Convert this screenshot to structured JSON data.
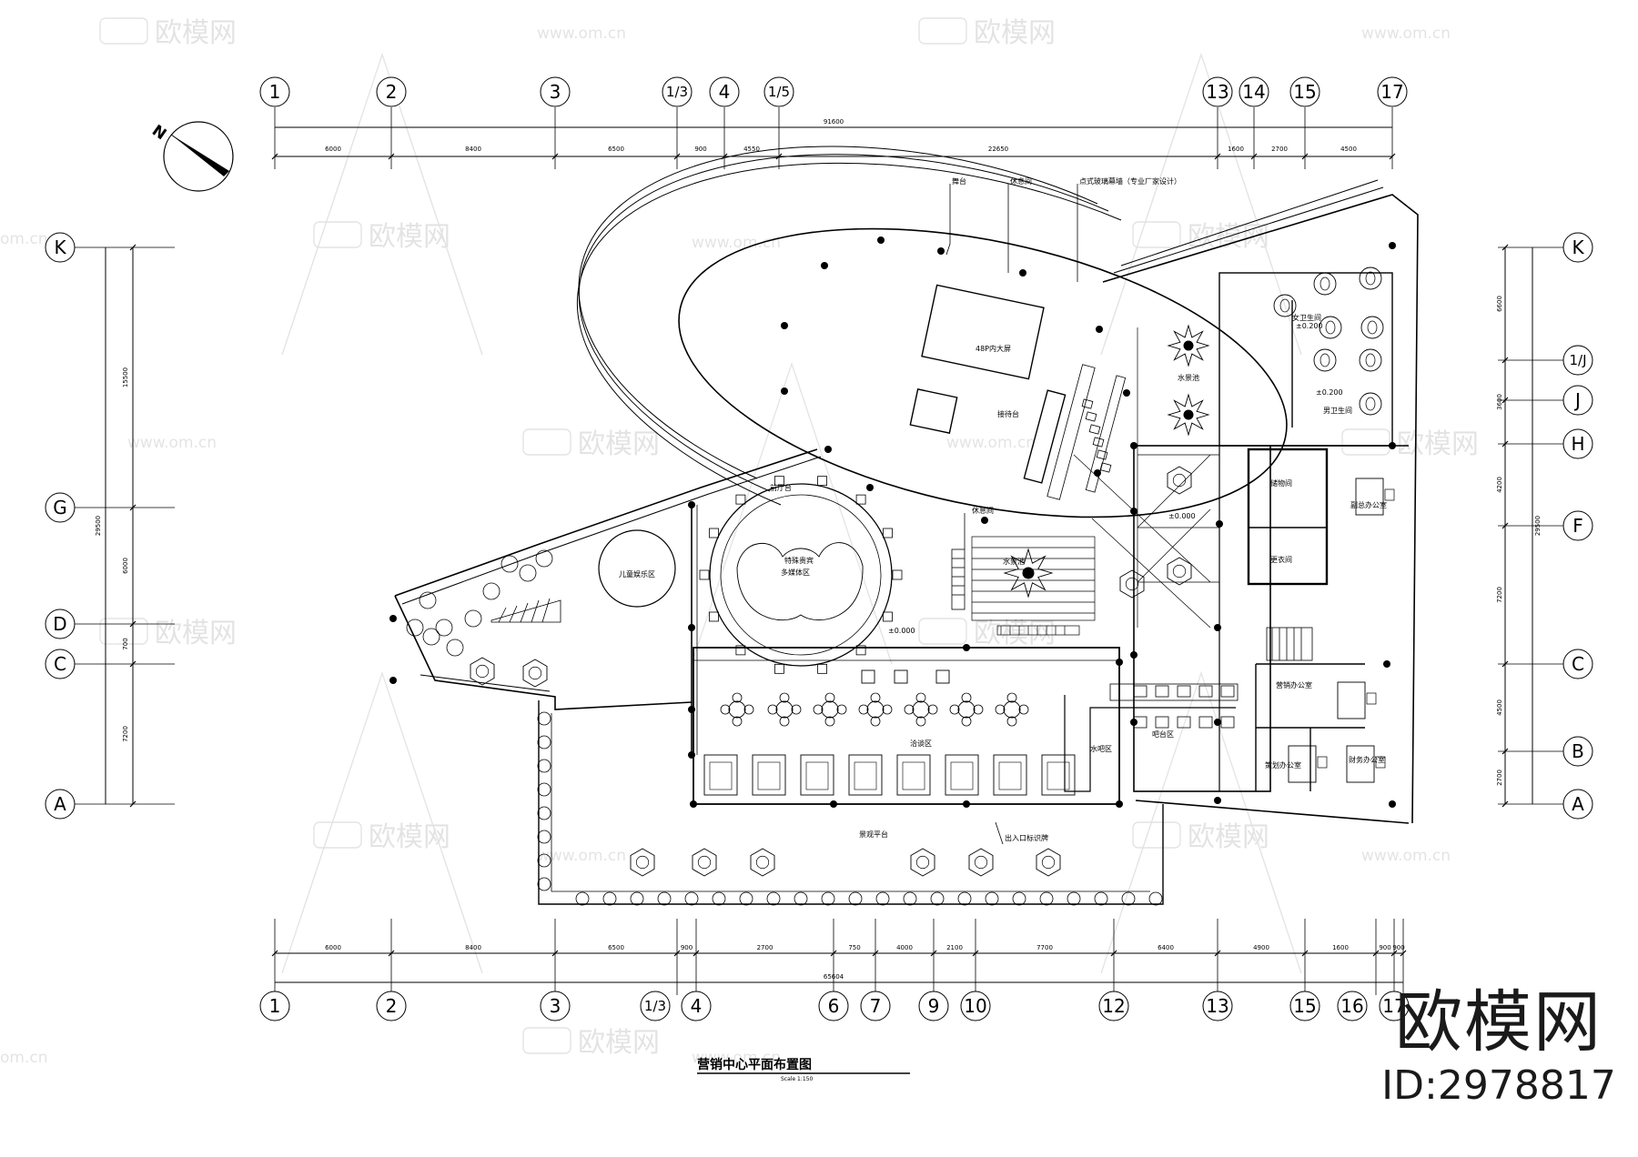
{
  "drawing": {
    "title": "营销中心平面布置图",
    "scale": "Scale 1:150"
  },
  "brand": {
    "name": "欧模网",
    "id": "ID:2978817"
  },
  "watermark": {
    "logo_text": "欧模网",
    "url": "www.om.cn",
    "url_partial": "om.cn"
  },
  "north": {
    "label": "N"
  },
  "grid_top": {
    "axes": [
      "1",
      "2",
      "3",
      "1/3",
      "4",
      "1/5",
      "13",
      "14",
      "15",
      "17"
    ],
    "dims": [
      "6000",
      "8400",
      "6500",
      "900",
      "4550",
      "22650",
      "1600",
      "2700",
      "4500"
    ],
    "total": "91600"
  },
  "grid_bottom": {
    "axes": [
      "1",
      "2",
      "3",
      "1/3",
      "4",
      "6",
      "7",
      "9",
      "10",
      "12",
      "13",
      "15",
      "16",
      "17"
    ],
    "dims": [
      "6000",
      "8400",
      "6500",
      "900",
      "2700",
      "750",
      "4000",
      "2100",
      "7700",
      "6400",
      "4900",
      "1600",
      "900",
      "900"
    ],
    "total": "65604"
  },
  "grid_left": {
    "axes": [
      "K",
      "G",
      "D",
      "C",
      "A"
    ],
    "dims": [
      "15500",
      "6000",
      "700",
      "7200"
    ],
    "total": "29500"
  },
  "grid_right": {
    "axes": [
      "K",
      "1/J",
      "J",
      "H",
      "F",
      "C",
      "B",
      "A"
    ],
    "dims": [
      "6600",
      "3600",
      "4200",
      "7200",
      "4500",
      "2700"
    ],
    "total": "29500"
  },
  "rooms": {
    "screen": "48P内大屏",
    "reception": "接待台",
    "rest_top": "休息间",
    "rest_mid": "休息间",
    "stage": "舞台",
    "glass_wall": "点式玻璃幕墙（专业厂家设计）",
    "kids": "儿童娱乐区",
    "vip": "特殊贵宾",
    "multi": "多媒体区",
    "entry_hall": "前厅台",
    "negotiation": "洽谈区",
    "water_bar": "水吧区",
    "bar_counter": "吧台区",
    "outdoor_platform": "景观平台",
    "entry_notice": "出入口标识牌",
    "womens_wc": "女卫生间",
    "mens_wc": "男卫生间",
    "storage": "储物间",
    "changing": "更衣间",
    "manager_office": "副总办公室",
    "sales_office": "营销办公室",
    "planning_office": "策划办公室",
    "finance_office": "财务办公室",
    "water_feature": "水景池",
    "water_feature2": "水景池",
    "level_1": "±0.200",
    "level_2": "±0.200",
    "level_3": "±0.000",
    "level_4": "±0.000"
  }
}
